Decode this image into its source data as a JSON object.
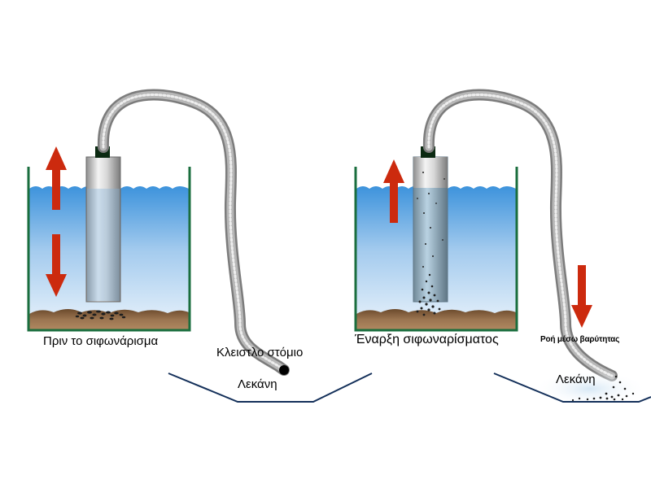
{
  "labels": {
    "before": "Πριν το σιφωνάρισμα",
    "closed_opening": "Κλειστλο στόμιο",
    "basin_left": "Λεκάνη",
    "start": "Έναρξη σιφωναρίσματος",
    "gravity_flow": "Ροή μέσω βαρύτητας",
    "basin_right": "Λεκάνη"
  },
  "colors": {
    "tank_wall": "#1a6e3e",
    "water_top": "#3d93dc",
    "water_bottom": "#eaf3fb",
    "gravel": "#8a6440",
    "debris": "#1e1e1e",
    "arrow": "#cc2a0e",
    "hose": "#9a9a9a",
    "tube_cap": "#0b2a12",
    "basin_line": "#14305a"
  },
  "icons": [
    "up-arrow-icon",
    "down-arrow-icon"
  ]
}
